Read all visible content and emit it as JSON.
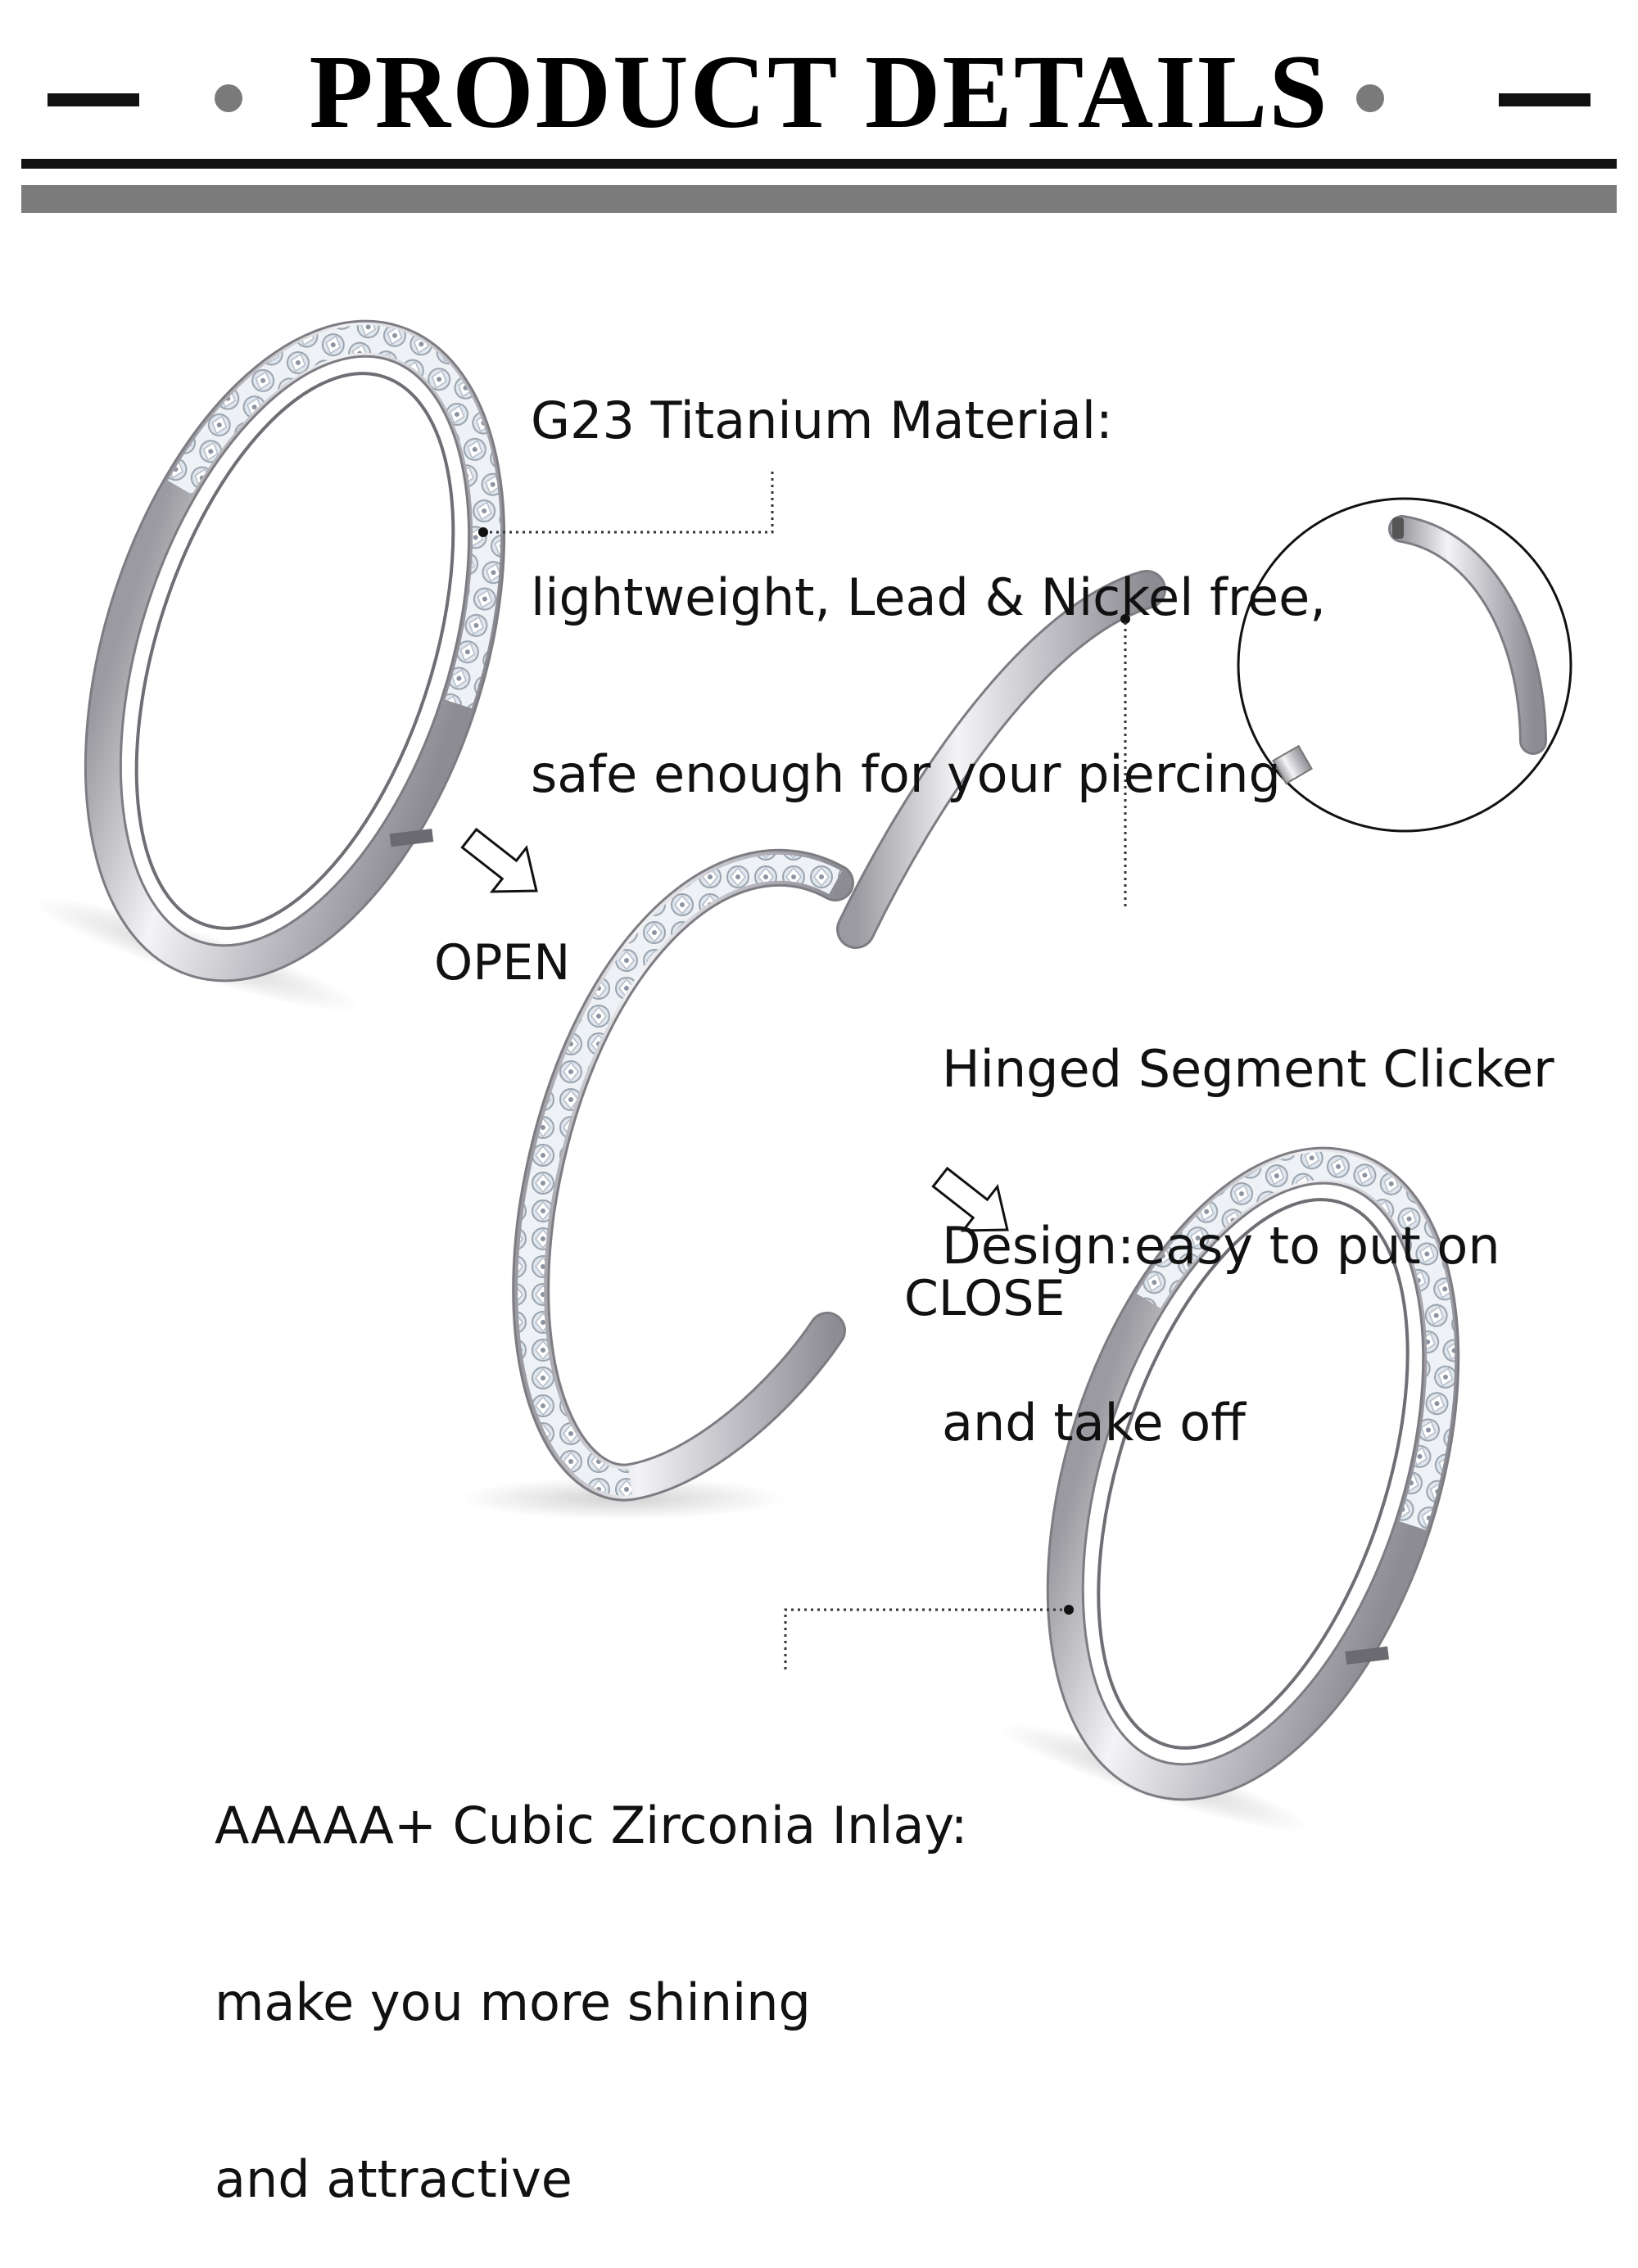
{
  "header": {
    "title": "PRODUCT DETAILS"
  },
  "features": {
    "titanium": {
      "line1": "G23 Titanium Material:",
      "line2": "lightweight, Lead & Nickel free,",
      "line3": "safe enough for your piercing"
    },
    "hinge": {
      "line1": "Hinged Segment Clicker",
      "line2": "Design:easy to put on",
      "line3": "and take off"
    },
    "zirconia": {
      "line1": "AAAAA+ Cubic Zirconia Inlay:",
      "line2": "make you more shining",
      "line3": "and attractive"
    }
  },
  "steps": {
    "open_label": "OPEN",
    "close_label": "CLOSE"
  },
  "colors": {
    "text": "#111111",
    "rule_dark": "#111111",
    "rule_gray": "#7b7b7b",
    "metal": "#c8c8cc",
    "gem": "#dfe6ee"
  },
  "icons": [
    "arrow-icon",
    "detail-circle"
  ]
}
